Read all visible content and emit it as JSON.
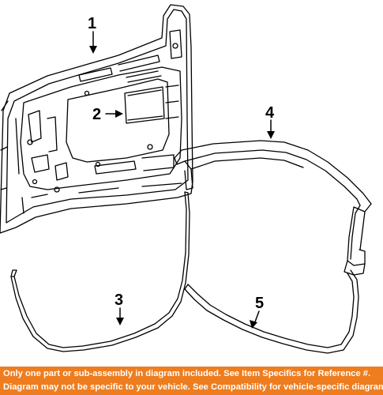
{
  "diagram": {
    "callouts": {
      "c1": "1",
      "c2": "2",
      "c3": "3",
      "c4": "4",
      "c5": "5"
    },
    "colors": {
      "line": "#000000",
      "background": "#ffffff",
      "footer_bg": "#ee7d1f",
      "footer_text": "#ffffff"
    }
  },
  "footer": {
    "line1": "Only one part or sub-assembly in diagram included. See Item Specifics for Reference #.",
    "line2": "Diagram may not be specific to your vehicle. See Compatibility for vehicle-specific diagrams."
  }
}
